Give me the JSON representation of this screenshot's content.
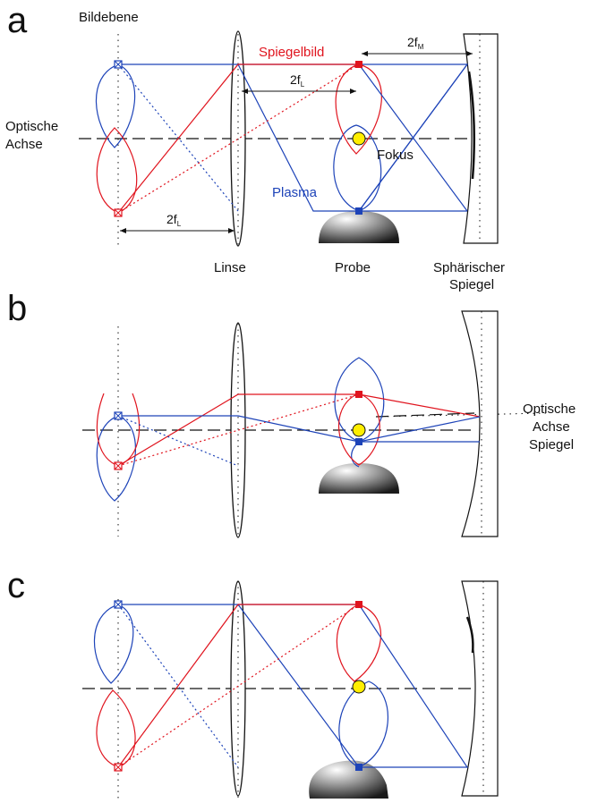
{
  "panels": [
    {
      "letter": "a"
    },
    {
      "letter": "b"
    },
    {
      "letter": "c"
    }
  ],
  "labels": {
    "image_plane": "Bildebene",
    "optical_axis_line1": "Optische",
    "optical_axis_line2": "Achse",
    "mirror_image": "Spiegelbild",
    "two_f": "2f",
    "sub_mirror": "M",
    "sub_lens": "L",
    "focus": "Fokus",
    "plasma": "Plasma",
    "lens": "Linse",
    "sample": "Probe",
    "spherical_line1": "Sphärischer",
    "spherical_line2": "Spiegel",
    "mirror_axis_line1": "Optische",
    "mirror_axis_line2": "Achse",
    "mirror_axis_line3": "Spiegel"
  },
  "colors": {
    "mirror_image": "#e0141e",
    "plasma": "#1d43b8",
    "focus_fill": "#ffee00"
  }
}
